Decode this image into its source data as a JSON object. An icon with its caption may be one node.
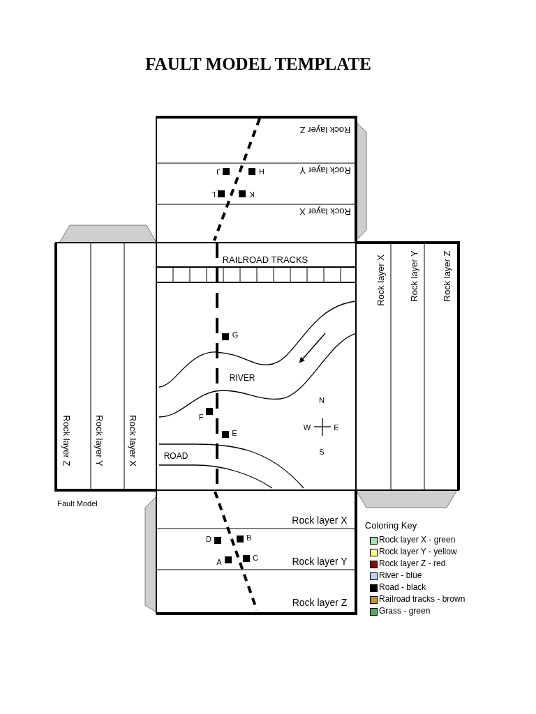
{
  "diagram": {
    "title": "FAULT MODEL TEMPLATE",
    "labels": [
      "Rock layer Z",
      "J",
      "H",
      "Rock layer Y",
      "L",
      "K",
      "Rock layer X",
      "RAILROAD TRACKS",
      "Rock layer X",
      "Rock layer Y",
      "Rock layer Z",
      "G",
      "RIVER",
      "N",
      "F",
      "W",
      "E",
      "E",
      "S",
      "ROAD",
      "Rock layer Z",
      "Rock layer Y",
      "Rock layer X",
      "Fault Model",
      "Rock layer X",
      "D",
      "B",
      "A",
      "C",
      "Rock layer Y",
      "Rock layer Z",
      "Coloring Key"
    ],
    "legend": [
      {
        "text": "Rock layer X - green",
        "color": "#a8dcb4"
      },
      {
        "text": "Rock layer Y - yellow",
        "color": "#fff59a"
      },
      {
        "text": "Rock layer Z - red",
        "color": "#8b0a0a"
      },
      {
        "text": "River - blue",
        "color": "#bcd8f0"
      },
      {
        "text": "Road - black",
        "color": "#000000"
      },
      {
        "text": "Railroad tracks - brown",
        "color": "#c8901e"
      },
      {
        "text": "Grass - green",
        "color": "#4cae5c"
      }
    ]
  }
}
